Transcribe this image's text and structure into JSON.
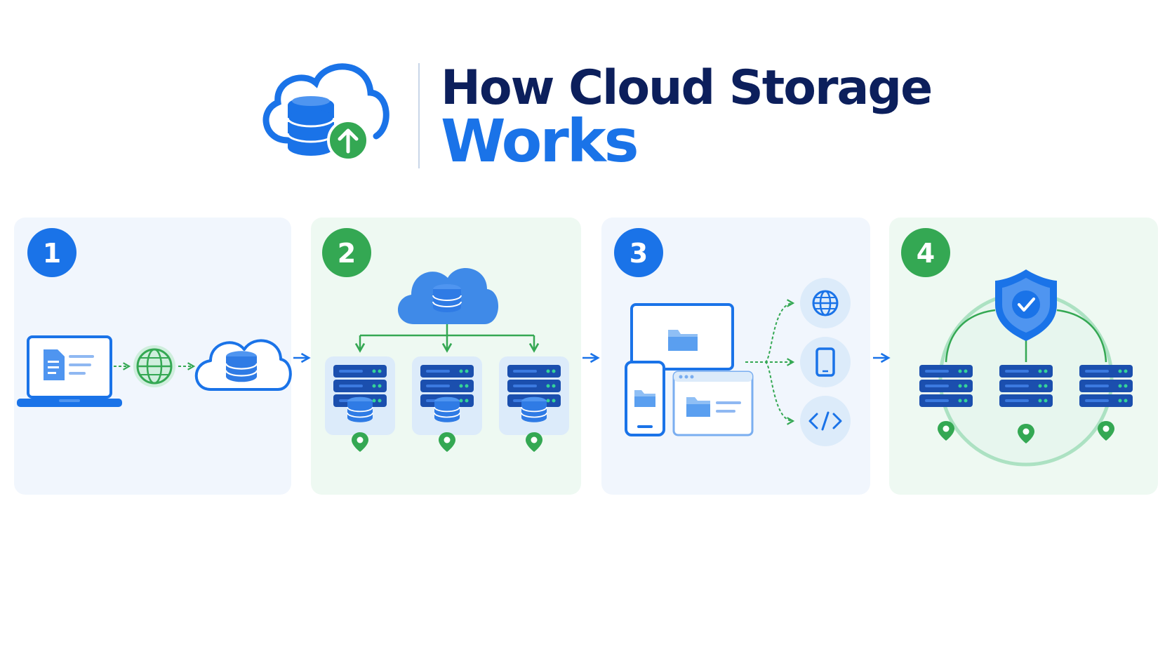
{
  "header": {
    "title_line1": "How Cloud Storage",
    "title_line2": "Works",
    "logo_icon": "cloud-database-upload-icon"
  },
  "colors": {
    "primary_blue": "#1a73e8",
    "navy": "#0c1f5c",
    "green": "#34a853",
    "blue_panel": "#f1f6fd",
    "green_panel": "#eef9f2"
  },
  "steps": [
    {
      "number": "1",
      "badge_color": "#1a73e8",
      "icons": [
        "laptop-document-icon",
        "globe-icon",
        "cloud-database-icon"
      ]
    },
    {
      "number": "2",
      "badge_color": "#34a853",
      "icons": [
        "cloud-database-icon",
        "server-icon",
        "location-pin-icon"
      ]
    },
    {
      "number": "3",
      "badge_color": "#1a73e8",
      "icons": [
        "monitor-folder-icon",
        "phone-folder-icon",
        "browser-window-icon",
        "globe-icon",
        "smartphone-icon",
        "code-icon"
      ]
    },
    {
      "number": "4",
      "badge_color": "#34a853",
      "icons": [
        "shield-check-icon",
        "server-icon",
        "location-pin-icon"
      ]
    }
  ]
}
